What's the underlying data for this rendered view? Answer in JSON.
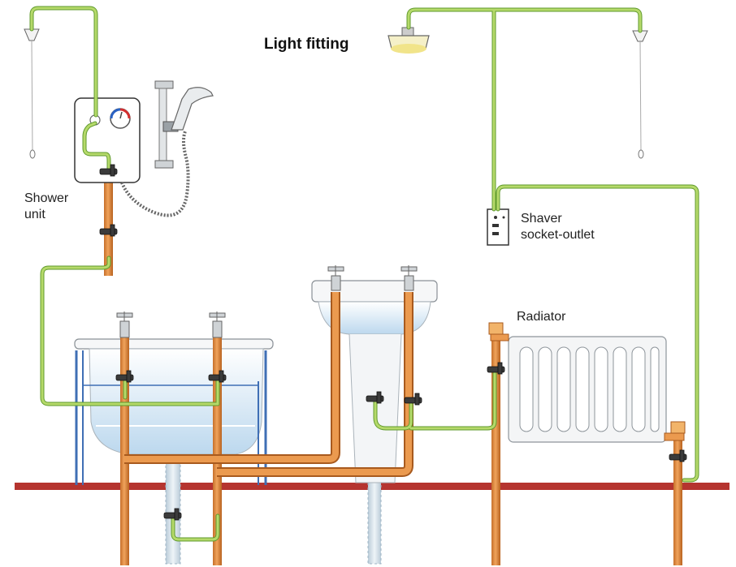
{
  "labels": {
    "light_fitting": "Light fitting",
    "shower_line1": "Shower",
    "shower_line2": "unit",
    "shaver_line1": "Shaver",
    "shaver_line2": "socket-outlet",
    "radiator": "Radiator"
  },
  "colors": {
    "earth_cable": "#b5d96a",
    "earth_cable_edge": "#5f9a2c",
    "copper_pipe": "#e08a3c",
    "copper_pipe_edge": "#a85a1e",
    "floor": "#b5342f",
    "waste_pipe": "#cfe0ec",
    "bath_frame": "#3f6fb5",
    "water": "#cfe3f2"
  },
  "icons": [
    "pull-cord-switch-icon",
    "shower-control-dial-icon",
    "shower-head-icon",
    "tap-icon",
    "earth-clamp-icon",
    "shaver-socket-icon",
    "radiator-valve-icon"
  ]
}
